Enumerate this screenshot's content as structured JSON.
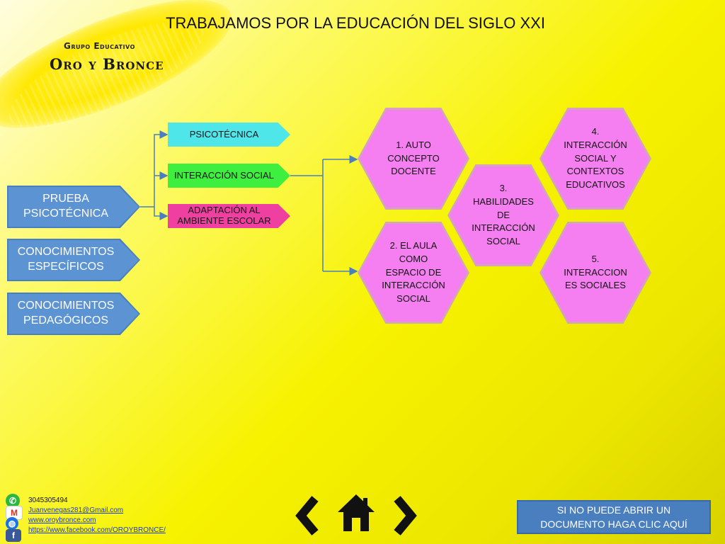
{
  "header": {
    "title": "TRABAJAMOS POR LA EDUCACIÓN DEL SIGLO XXI",
    "brand_small": "Grupo Educativo",
    "brand_big": "Oro y Bronce"
  },
  "left_menu": [
    {
      "line1": "PRUEBA",
      "line2": "PSICOTÉCNICA"
    },
    {
      "line1": "CONOCIMIENTOS",
      "line2": "ESPECÍFICOS"
    },
    {
      "line1": "CONOCIMIENTOS",
      "line2": "PEDAGÓGICOS"
    }
  ],
  "tags": [
    {
      "label": "PSICOTÉCNICA",
      "color": "#4fe6ea"
    },
    {
      "label": "INTERACCIÓN SOCIAL",
      "color": "#3fef3f"
    },
    {
      "line1": "ADAPTACIÓN AL",
      "line2": "AMBIENTE ESCOLAR",
      "color": "#ef3fa0"
    }
  ],
  "hexagons": [
    {
      "lines": [
        "1. AUTO",
        "CONCEPTO",
        "DOCENTE"
      ]
    },
    {
      "lines": [
        "2. EL AULA",
        "COMO",
        "ESPACIO DE",
        "INTERACCIÓN",
        "SOCIAL"
      ]
    },
    {
      "lines": [
        "3.",
        "HABILIDADES",
        "DE",
        "INTERACCIÓN",
        "SOCIAL"
      ]
    },
    {
      "lines": [
        "4.",
        "INTERACCIÓN",
        "SOCIAL Y",
        "CONTEXTOS",
        "EDUCATIVOS"
      ]
    },
    {
      "lines": [
        "5.",
        "INTERACCION",
        "ES SOCIALES"
      ]
    }
  ],
  "contact": {
    "phone": "3045305494",
    "email": "Juanvenegas281@Gmail.com",
    "web": "www.oroybronce.com",
    "facebook": "https://www.facebook.com/OROYBRONCE/"
  },
  "help_button": {
    "line1": "SI NO PUEDE ABRIR UN",
    "line2": "DOCUMENTO HAGA CLIC AQUÍ"
  },
  "colors": {
    "left_button": "#5b93d3",
    "hexagon": "#f57ff0",
    "connector": "#4a7fbf"
  },
  "icons": {
    "prev": "chevron-left-icon",
    "home": "home-icon",
    "next": "chevron-right-icon",
    "whatsapp": "whatsapp-icon",
    "gmail": "gmail-icon",
    "web": "globe-icon",
    "facebook": "facebook-icon"
  }
}
